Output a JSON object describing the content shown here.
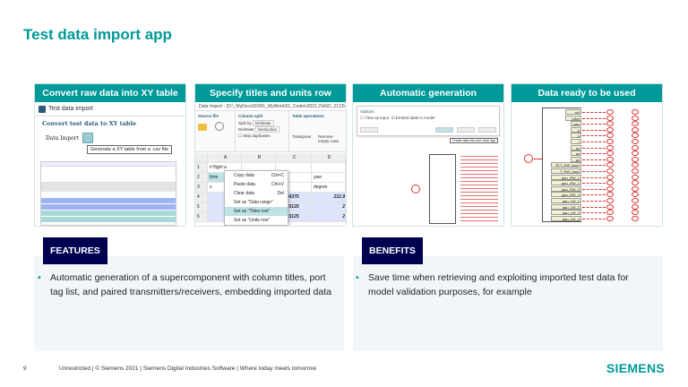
{
  "slide": {
    "title": "Test data import app",
    "page_number": "9",
    "footer_text": "Unrestricted | © Siemens 2021 | Siemens Digital Industries Software | Where today meets tomorrow",
    "logo": "SIEMENS",
    "accent_color": "#009999",
    "tag_color": "#000050"
  },
  "panels": [
    {
      "header": "Convert raw data into XY table",
      "app_title": "Test data import",
      "section_title": "Convert test data to XY table",
      "field_label": "Data Import",
      "tooltip": "Generate a XY table from a .csv file"
    },
    {
      "header": "Specify titles and units row",
      "window_title": "Data Import - (D:\\_MyDocs\\D\\001_MyWork\\01_Code\\v2021.2\\ASD_2123\\...",
      "ribbon_groups": [
        "Source file",
        "Column split",
        "Table operations"
      ],
      "ribbon_buttons": [
        "Open",
        "Reload",
        "Transpose",
        "Remove empty rows"
      ],
      "split_by_label": "Split by",
      "split_by_value": "Delimiter",
      "delimiter_label": "Delimiter",
      "delimiter_value": "Semicolon",
      "skip_duplicates": "Skip duplicates",
      "columns": [
        "",
        "A",
        "B",
        "C",
        "D"
      ],
      "rows": [
        [
          "1",
          "# flight a",
          "",
          "",
          ""
        ],
        [
          "2",
          "time",
          "",
          "",
          "yaw"
        ],
        [
          "3",
          "s",
          "",
          "",
          "degree"
        ],
        [
          "4",
          "",
          "",
          "2.5234375",
          "212.9"
        ],
        [
          "5",
          "",
          "",
          "2.5703125",
          "2"
        ],
        [
          "6",
          "",
          "",
          "2.5703125",
          "2"
        ]
      ],
      "context_menu": [
        {
          "label": "Copy data",
          "shortcut": "Ctrl+C"
        },
        {
          "label": "Paste data",
          "shortcut": "Ctrl+V"
        },
        {
          "label": "Clear data",
          "shortcut": "Del"
        },
        {
          "label": "Set as \"Data range\"",
          "shortcut": ""
        },
        {
          "label": "Set as \"Titles row\"",
          "shortcut": ""
        },
        {
          "label": "Set as \"Units row\"",
          "shortcut": ""
        }
      ]
    },
    {
      "header": "Automatic generation",
      "options_label": "Options",
      "option1": "Time as input",
      "option2": "Embed table in model",
      "buttons": [
        "Help",
        "OK",
        "Cancel",
        "Apply"
      ],
      "tooltip": "Create data.xlsx and close app"
    },
    {
      "header": "Data ready to be used",
      "ports": [
        "roll",
        "pitch",
        "yaw",
        "p",
        "q",
        "r",
        "ax",
        "ay",
        "az",
        "TET_RW_bay1",
        "T_RW_bay4",
        "gau_RW_1",
        "gau_RW_2",
        "gau_RW_3",
        "gau_RW_4",
        "gau_LW_1",
        "gau_LW_2",
        "gau_LW_3",
        "gau_LW_4"
      ]
    }
  ],
  "features": {
    "tag": "FEATURES",
    "text": "Automatic generation of a supercomponent with column titles, port tag list, and paired transmitters/receivers, embedding imported data"
  },
  "benefits": {
    "tag": "BENEFITS",
    "text": "Save time when retrieving and exploiting imported test data for model validation purposes, for example"
  }
}
